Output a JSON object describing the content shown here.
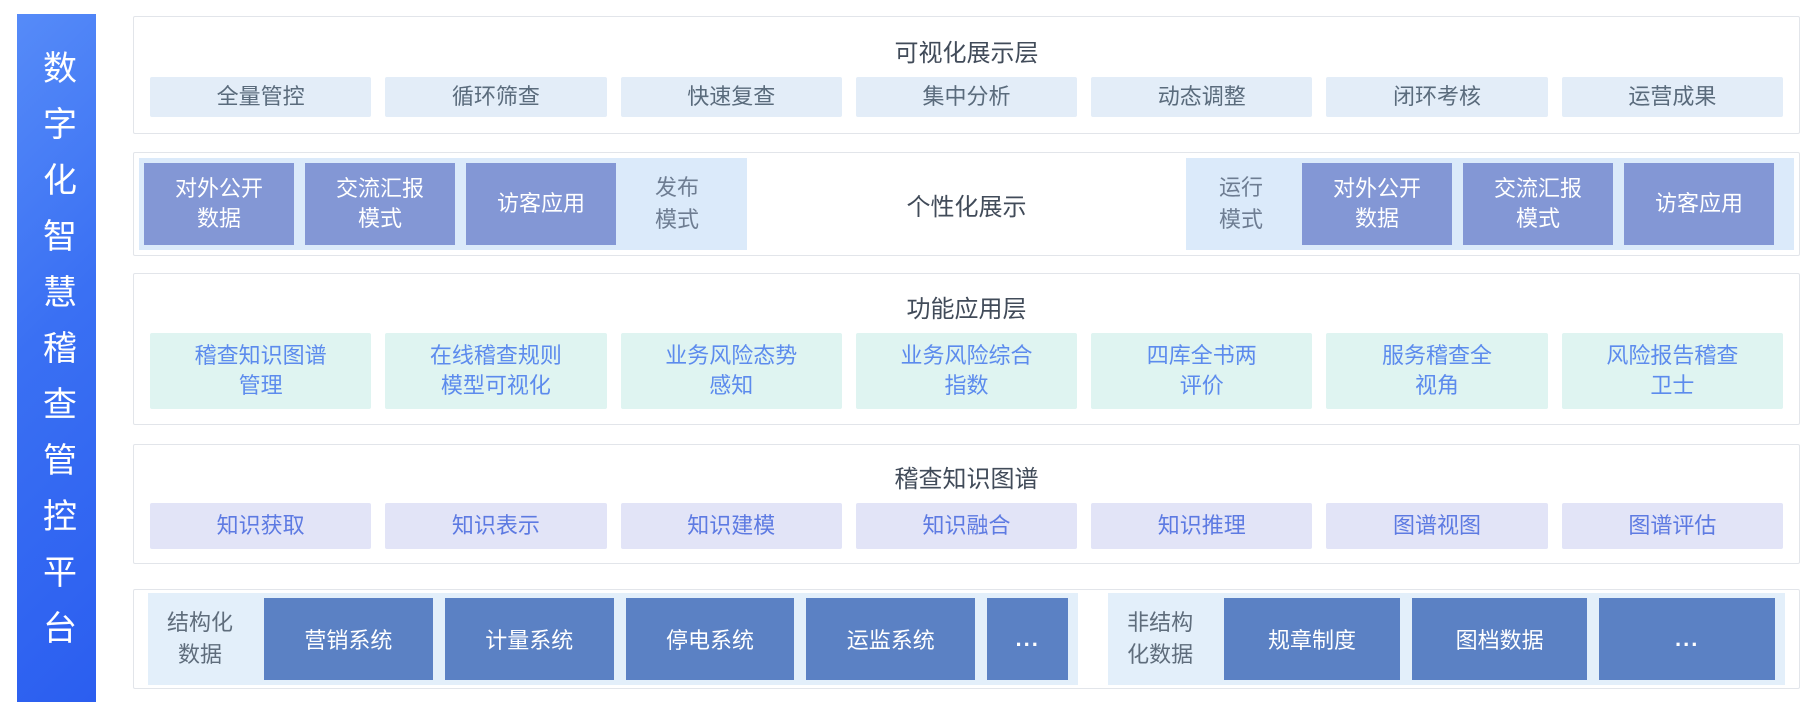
{
  "platform": {
    "title": "数字化智慧稽查管控平台"
  },
  "layers": {
    "visualization": {
      "title": "可视化展示层",
      "items": [
        "全量管控",
        "循环筛查",
        "快速复查",
        "集中分析",
        "动态调整",
        "闭环考核",
        "运营成果"
      ]
    },
    "display_modes": {
      "publish_group": {
        "boxes": [
          "对外公开\n数据",
          "交流汇报\n模式",
          "访客应用"
        ],
        "label": "发布\n模式"
      },
      "center_label": "个性化展示",
      "run_group": {
        "label": "运行\n模式",
        "boxes": [
          "对外公开\n数据",
          "交流汇报\n模式",
          "访客应用"
        ]
      }
    },
    "functions": {
      "title": "功能应用层",
      "items": [
        "稽查知识图谱\n管理",
        "在线稽查规则\n模型可视化",
        "业务风险态势\n感知",
        "业务风险综合\n指数",
        "四库全书两\n评价",
        "服务稽查全\n视角",
        "风险报告稽查\n卫士"
      ]
    },
    "knowledge_graph": {
      "title": "稽查知识图谱",
      "items": [
        "知识获取",
        "知识表示",
        "知识建模",
        "知识融合",
        "知识推理",
        "图谱视图",
        "图谱评估"
      ]
    },
    "data_layer": {
      "structured": {
        "label": "结构化\n数据",
        "boxes": [
          "营销系统",
          "计量系统",
          "停电系统",
          "运监系统",
          "..."
        ]
      },
      "unstructured": {
        "label": "非结构\n化数据",
        "boxes": [
          "规章制度",
          "图档数据",
          "..."
        ]
      }
    }
  },
  "colors": {
    "sidebar_gradient_start": "#568bf8",
    "sidebar_gradient_end": "#2b5ef0",
    "card_border": "#e2e5ea",
    "tile_visualization_bg": "#e3edf8",
    "tile_visualization_text": "#5a6b7c",
    "mode_panel_bg": "#dbeafa",
    "mode_box_bg": "#8397d5",
    "tile_functions_bg": "#dff4f1",
    "tile_functions_text": "#5c8bed",
    "tile_knowledge_bg": "#e2e4f7",
    "tile_knowledge_text": "#5d7ae2",
    "source_panel_bg": "#e3effa",
    "system_box_bg": "#5b81c4",
    "title_text": "#414b59"
  }
}
